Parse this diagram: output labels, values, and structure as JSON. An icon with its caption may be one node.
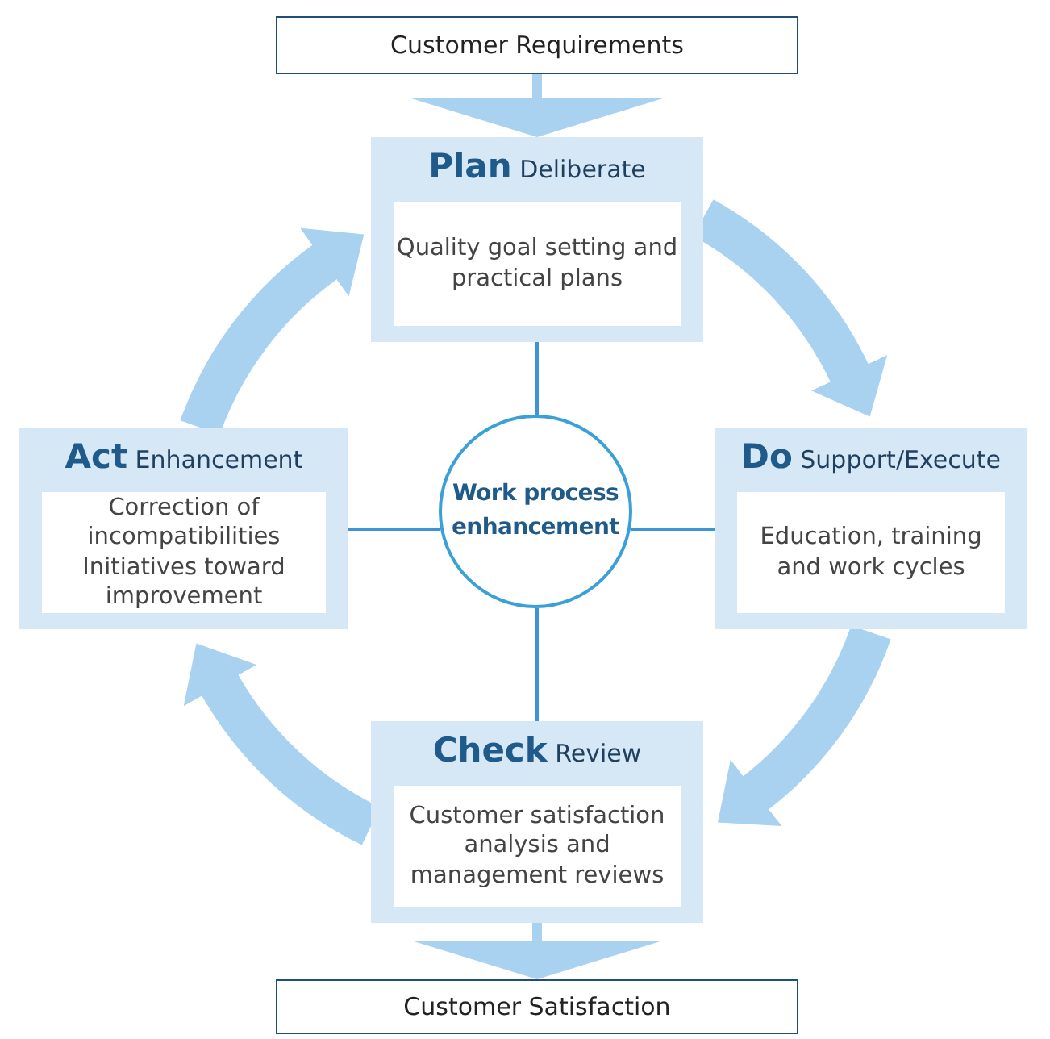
{
  "diagram": {
    "nodes": [
      {
        "text": [
          "Customer Requirements"
        ]
      },
      {
        "text": [
          "**Plan** Deliberate",
          "Quality goal setting and practical plans"
        ]
      },
      {
        "text": [
          "**Do** Support/Execute",
          "Education, training and work cycles"
        ]
      },
      {
        "text": [
          "**Check** Review",
          "Customer satisfaction analysis and management reviews"
        ]
      },
      {
        "text": [
          "**Act** Enhancement",
          "Correction of incompatibilities",
          "Initiatives toward improvement"
        ]
      },
      {
        "text": [
          "Work process enhancement"
        ]
      },
      {
        "text": [
          "Customer Satisfaction"
        ]
      }
    ],
    "edges": [
      {
        "from": 0,
        "to": 1,
        "arrow": "to"
      },
      {
        "from": 1,
        "to": 2,
        "arrow": "to",
        "style": "thick"
      },
      {
        "from": 2,
        "to": 3,
        "arrow": "to",
        "style": "thick"
      },
      {
        "from": 3,
        "to": 4,
        "arrow": "to",
        "style": "thick"
      },
      {
        "from": 4,
        "to": 1,
        "arrow": "to",
        "style": "thick"
      },
      {
        "from": 3,
        "to": 6,
        "arrow": "to"
      },
      {
        "from": 5,
        "to": 1,
        "arrow": "none",
        "color": "#3d94d6"
      },
      {
        "from": 5,
        "to": 2,
        "arrow": "none",
        "color": "#3d94d6"
      },
      {
        "from": 5,
        "to": 3,
        "arrow": "none",
        "color": "#3d94d6"
      },
      {
        "from": 5,
        "to": 4,
        "arrow": "none",
        "color": "#3d94d6"
      }
    ]
  }
}
